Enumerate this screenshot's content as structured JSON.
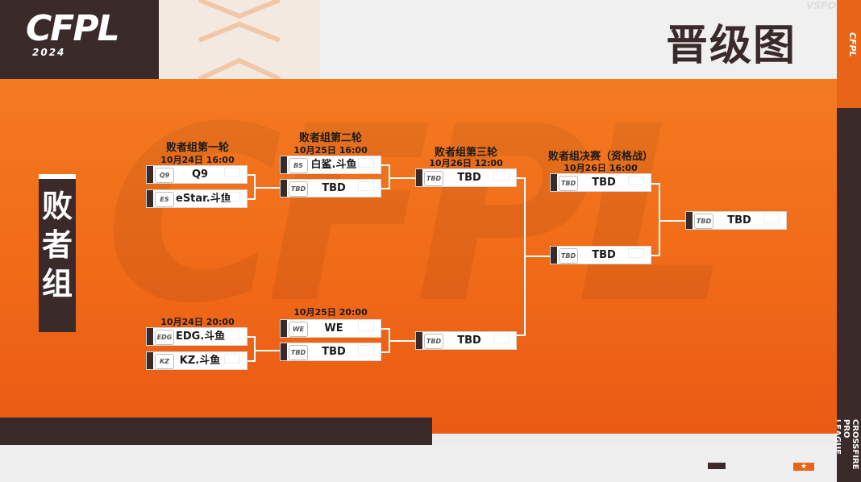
{
  "brand": {
    "logo": "CFPL",
    "year": "2024",
    "watermark": "CFPL",
    "corner_logo": "VSPO",
    "right_strip_logo": "CFPL",
    "right_strip_bottom": "CROSSFIRE PRO LEAGUE"
  },
  "title": "晋级图",
  "side_label": "败者组",
  "colors": {
    "orange": "#f06a18",
    "dark": "#3a2a2a",
    "white": "#ffffff"
  },
  "rounds": [
    {
      "header": "败者组第一轮",
      "matches": [
        {
          "date": "10月24日 16:00",
          "team1": "Q9",
          "team1_logo": "Q9",
          "team2": "eStar.斗鱼",
          "team2_logo": "ES"
        },
        {
          "date": "10月24日 20:00",
          "team1": "EDG.斗鱼",
          "team1_logo": "EDG",
          "team2": "KZ.斗鱼",
          "team2_logo": "KZ"
        }
      ]
    },
    {
      "header": "败者组第二轮",
      "matches": [
        {
          "date": "10月25日 16:00",
          "team1": "白鲨.斗鱼",
          "team1_logo": "BS",
          "team2": "TBD",
          "team2_logo": "TBD"
        },
        {
          "date": "10月25日 20:00",
          "team1": "WE",
          "team1_logo": "WE",
          "team2": "TBD",
          "team2_logo": "TBD"
        }
      ]
    },
    {
      "header": "败者组第三轮",
      "matches": [
        {
          "date": "10月26日 12:00",
          "team1": "TBD",
          "team1_logo": "TBD"
        },
        {
          "team1": "TBD",
          "team1_logo": "TBD"
        }
      ]
    },
    {
      "header": "败者组决赛（资格战）",
      "matches": [
        {
          "date": "10月26日 16:00",
          "team1": "TBD",
          "team1_logo": "TBD"
        },
        {
          "team1": "TBD",
          "team1_logo": "TBD"
        }
      ]
    },
    {
      "matches": [
        {
          "team1": "TBD",
          "team1_logo": "TBD"
        }
      ]
    }
  ]
}
